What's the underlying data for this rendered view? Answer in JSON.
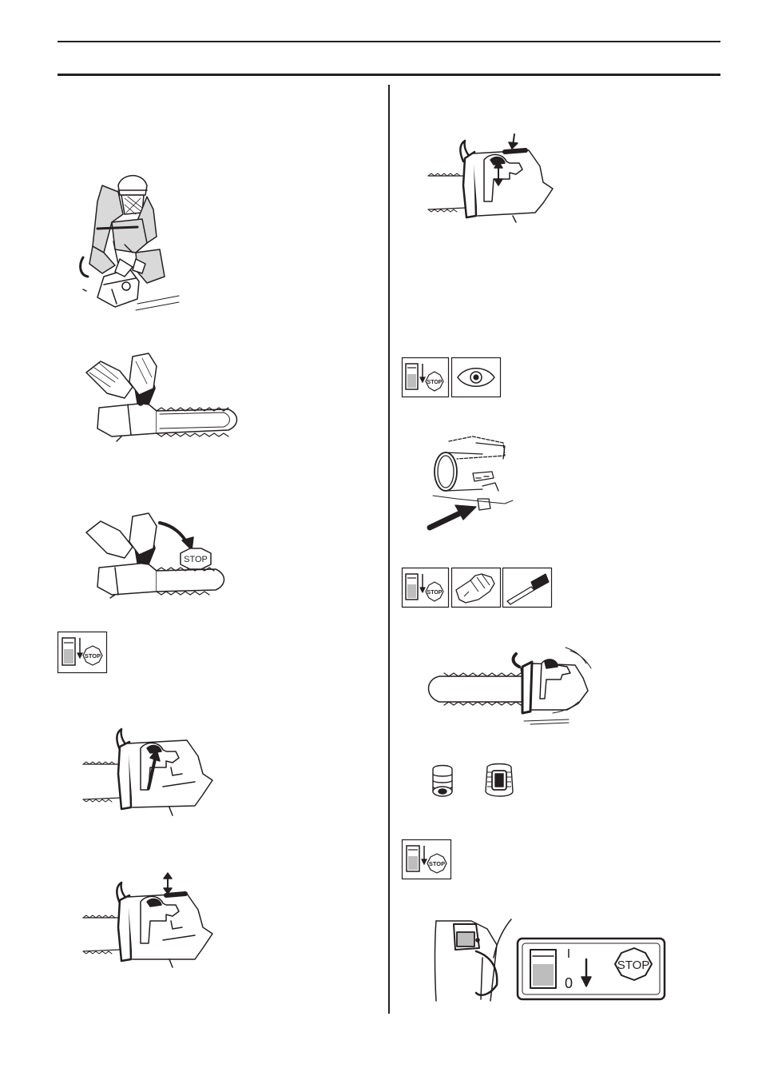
{
  "symbols": {
    "stop_label": "STOP",
    "switch_on_mark": "I",
    "switch_off_mark": "0"
  },
  "colors": {
    "ink": "#231f20",
    "switch_grey": "#bdbdbd",
    "clothing_grey": "#d9d9d9"
  }
}
